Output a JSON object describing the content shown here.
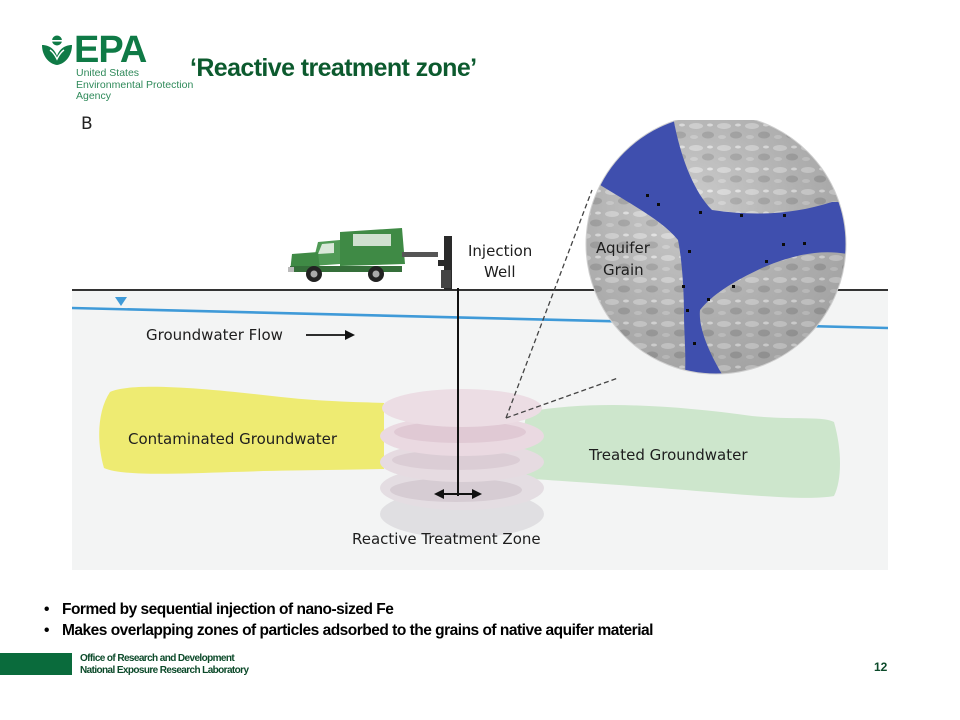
{
  "header": {
    "logo": {
      "wordmark": "EPA",
      "subtitle": "United States\nEnvironmental Protection\nAgency",
      "brand_color": "#0f7a46"
    },
    "title": "‘Reactive treatment zone’",
    "title_color": "#0c5a2e"
  },
  "diagram": {
    "panel_label": "B",
    "labels": {
      "injection_well_line1": "Injection",
      "injection_well_line2": "Well",
      "groundwater_flow": "Groundwater Flow",
      "aquifer_grain_line1": "Aquifer",
      "aquifer_grain_line2": "Grain",
      "contaminated": "Contaminated Groundwater",
      "treated": "Treated Groundwater",
      "reactive_zone": "Reactive Treatment Zone"
    },
    "colors": {
      "background": "#f3f4f4",
      "water_table": "#3f9ad8",
      "contaminated_plume": "#eeeb72",
      "treated_plume": "#cde6cc",
      "treatment_zone": "#e6d7de",
      "pore_water": "#3f4fae",
      "truck": "#3f8a45"
    }
  },
  "bullets": [
    "Formed by sequential injection of nano-sized Fe",
    "Makes overlapping zones of particles adsorbed to the grains of native aquifer material"
  ],
  "footer": {
    "org_line1": "Office of Research and Development",
    "org_line2": "National Exposure Research Laboratory",
    "page_number": "12",
    "bar_color": "#0a6b3c"
  }
}
